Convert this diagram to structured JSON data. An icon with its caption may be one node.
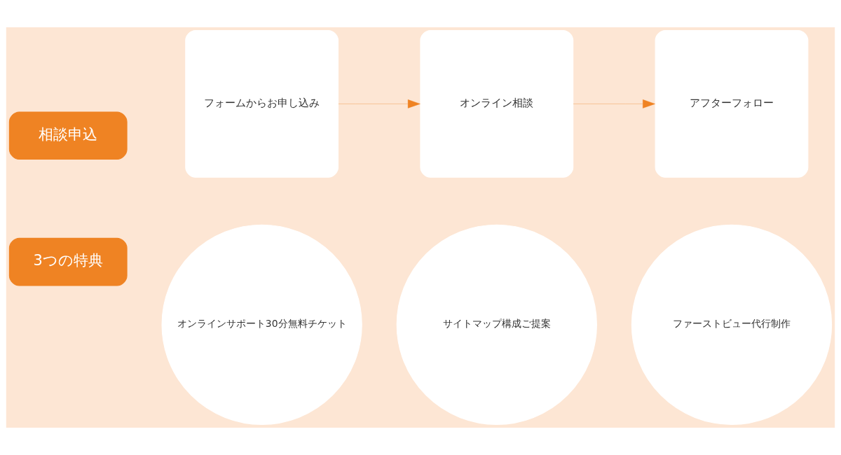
{
  "diagram": {
    "nodes": [
      {
        "text": [
          "相談申込"
        ]
      },
      {
        "text": [
          "フォームからお申し込み"
        ]
      },
      {
        "text": [
          "オンライン相談"
        ]
      },
      {
        "text": [
          "アフターフォロー"
        ]
      },
      {
        "text": [
          "3つの特典"
        ]
      },
      {
        "text": [
          "オンラインサポート30分無料チケット"
        ]
      },
      {
        "text": [
          "サイトマップ構成ご提案"
        ]
      },
      {
        "text": [
          "ファーストビュー代行制作"
        ]
      }
    ],
    "edges": [
      {
        "from": 1,
        "to": 2,
        "arrow": "to"
      },
      {
        "from": 2,
        "to": 3,
        "arrow": "to"
      }
    ]
  }
}
